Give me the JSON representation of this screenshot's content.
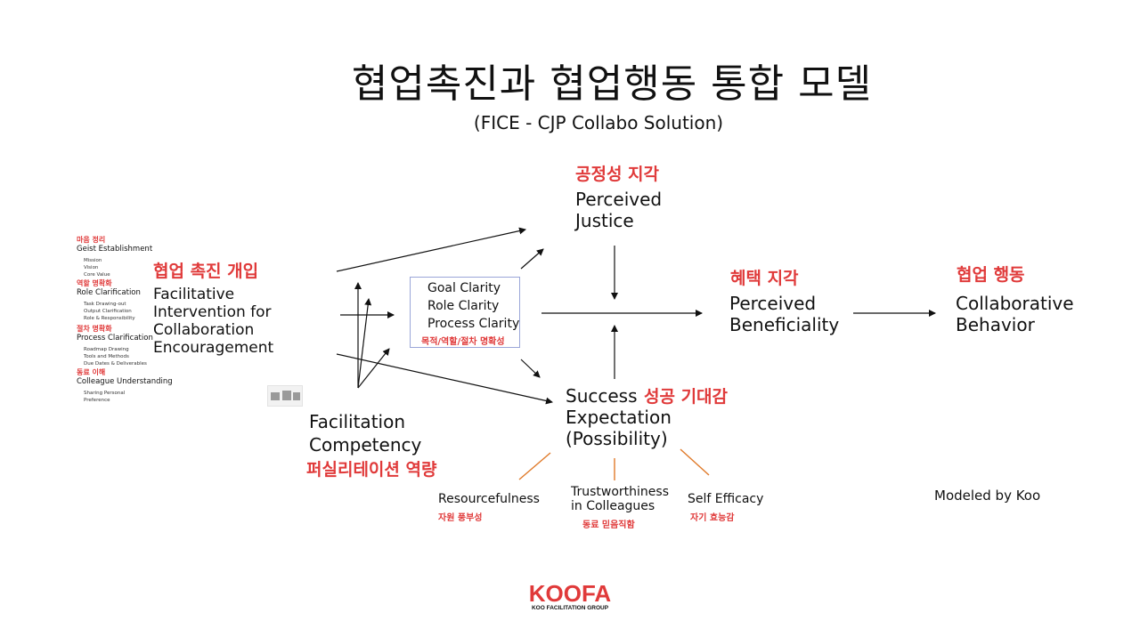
{
  "title": "협업촉진과 협업행동 통합 모델",
  "subtitle": "(FICE - CJP Collabo Solution)",
  "sidebar": [
    {
      "heading": "마음 정리",
      "title": "Geist Establishment",
      "items": [
        "Mission",
        "Vision",
        "Core Value"
      ]
    },
    {
      "heading": "역할 명확화",
      "title": "Role Clarification",
      "items": [
        "Task Drawing-out",
        "Output Clarification",
        "Role & Responsibility"
      ]
    },
    {
      "heading": "절차 명확화",
      "title": "Process Clarification",
      "items": [
        "Roadmap Drawing",
        "Tools and Methods",
        "Due Dates & Deliverables"
      ]
    },
    {
      "heading": "동료 이해",
      "title": "Colleague Understanding",
      "items": [
        "Sharing Personal",
        "Preference"
      ]
    }
  ],
  "nodes": {
    "intervention": {
      "kr": "협업 촉진 개입",
      "en": [
        "Facilitative",
        "Intervention for",
        "Collaboration",
        "Encouragement"
      ]
    },
    "competency": {
      "en": [
        "Facilitation",
        "Competency"
      ],
      "kr": "퍼실리테이션 역량"
    },
    "clarity": {
      "lines": [
        "Goal Clarity",
        "Role Clarity",
        "Process Clarity"
      ],
      "kr": "목적/역할/절차 명확성"
    },
    "justice": {
      "kr": "공정성 지각",
      "en": [
        "Perceived",
        "Justice"
      ]
    },
    "success": {
      "en_first": "Success",
      "kr": "성공 기대감",
      "en_rest": [
        "Expectation",
        "(Possibility)"
      ]
    },
    "beneficiality": {
      "kr": "혜택 지각",
      "en": [
        "Perceived",
        "Beneficiality"
      ]
    },
    "behavior": {
      "kr": "협업 행동",
      "en": [
        "Collaborative",
        "Behavior"
      ]
    }
  },
  "antecedents": [
    {
      "en": [
        "Resourcefulness"
      ],
      "kr": "자원 풍부성"
    },
    {
      "en": [
        "Trustworthiness",
        "in Colleagues"
      ],
      "kr": "동료 믿음직함"
    },
    {
      "en": [
        "Self Efficacy"
      ],
      "kr": "자기 효능감"
    }
  ],
  "credit": "Modeled by Koo",
  "logo": {
    "name": "KOOFA",
    "tagline": "KOO FACILITATION GROUP"
  },
  "colors": {
    "accent": "#e03a3a",
    "orange_lines": "#e07a2a",
    "box_border": "#9aa6d8",
    "text": "#111111"
  }
}
